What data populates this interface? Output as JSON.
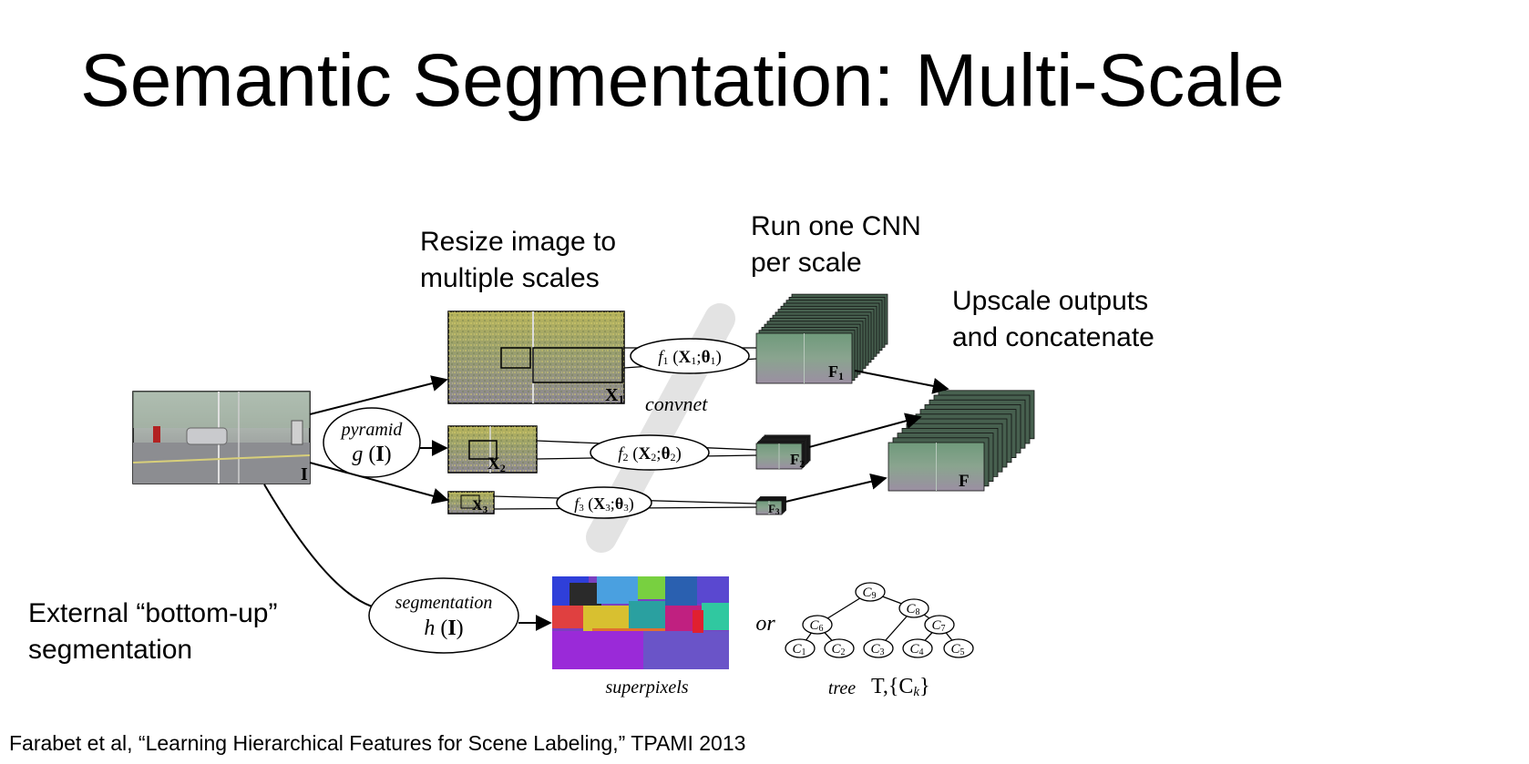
{
  "slide": {
    "title": "Semantic Segmentation: Multi-Scale",
    "citation": "Farabet et al, “Learning Hierarchical Features for Scene Labeling,” TPAMI 2013"
  },
  "captions": {
    "resize": [
      "Resize image to",
      "multiple scales"
    ],
    "run_cnn": [
      "Run one CNN",
      "per scale"
    ],
    "upscale": [
      "Upscale outputs",
      "and concatenate"
    ],
    "external": [
      "External “bottom-up”",
      "segmentation"
    ]
  },
  "diagram": {
    "input_label": "I",
    "pyramid_top": "pyramid",
    "pyramid_bottom_func": "g",
    "pyramid_bottom_arg": "I",
    "scales": [
      {
        "label_main": "X",
        "label_sub": "1",
        "func": "f",
        "func_sub": "1",
        "arg_x": "X",
        "arg_x_sub": "1",
        "arg_theta": "θ",
        "arg_theta_sub": "1",
        "feature": "F",
        "feature_sub": "1"
      },
      {
        "label_main": "X",
        "label_sub": "2",
        "func": "f",
        "func_sub": "2",
        "arg_x": "X",
        "arg_x_sub": "2",
        "arg_theta": "θ",
        "arg_theta_sub": "2",
        "feature": "F",
        "feature_sub": "2"
      },
      {
        "label_main": "X",
        "label_sub": "3",
        "func": "f",
        "func_sub": "3",
        "arg_x": "X",
        "arg_x_sub": "3",
        "arg_theta": "θ",
        "arg_theta_sub": "3",
        "feature": "F",
        "feature_sub": "3"
      }
    ],
    "convnet_label": "convnet",
    "concat_label": "F",
    "segmentation_top": "segmentation",
    "segmentation_func": "h",
    "segmentation_arg": "I",
    "superpixels_label": "superpixels",
    "or_label": "or",
    "tree_label": "tree",
    "tree_formula": "T,{C",
    "tree_formula_sub": "k",
    "tree_formula_end": "}",
    "tree_nodes": [
      {
        "main": "C",
        "sub": "9"
      },
      {
        "main": "C",
        "sub": "6"
      },
      {
        "main": "C",
        "sub": "8"
      },
      {
        "main": "C",
        "sub": "7"
      },
      {
        "main": "C",
        "sub": "1"
      },
      {
        "main": "C",
        "sub": "2"
      },
      {
        "main": "C",
        "sub": "3"
      },
      {
        "main": "C",
        "sub": "4"
      },
      {
        "main": "C",
        "sub": "5"
      }
    ]
  },
  "colors": {
    "street_sky": "#b9c4c0",
    "street_road": "#8f8f92",
    "noisy_tint": "#9aa16a",
    "feature_green": "#7e9f86",
    "feature_dark": "#3e4a42",
    "convnet_band": "#e3e3e3"
  }
}
